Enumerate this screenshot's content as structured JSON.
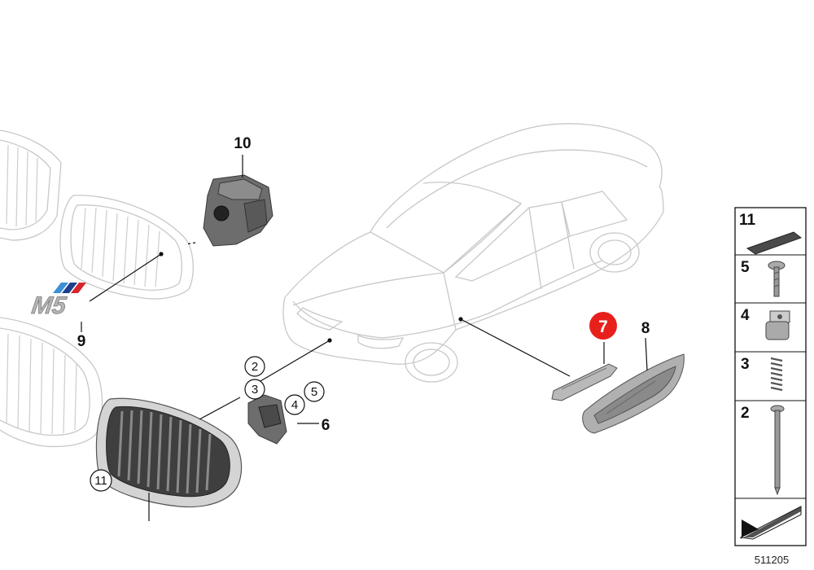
{
  "callouts": {
    "c10": "10",
    "c9": "9",
    "c2": "2",
    "c3": "3",
    "c4": "4",
    "c5": "5",
    "c6": "6",
    "c7": "7",
    "c8": "8",
    "c11": "11"
  },
  "badge_text": "M5",
  "side_panel": {
    "items": [
      {
        "num": "11",
        "icon": "adhesive-pad-icon"
      },
      {
        "num": "5",
        "icon": "screw-icon"
      },
      {
        "num": "4",
        "icon": "clip-nut-icon"
      },
      {
        "num": "3",
        "icon": "spring-icon"
      },
      {
        "num": "2",
        "icon": "long-bolt-icon"
      },
      {
        "num": "",
        "icon": "arrow-icon"
      }
    ]
  },
  "diagram_id": "511205",
  "colors": {
    "highlight": "#e8201c",
    "m_stripe_blue_light": "#3d8fd6",
    "m_stripe_blue_dark": "#1d3f8f",
    "m_stripe_red": "#d5262b"
  }
}
